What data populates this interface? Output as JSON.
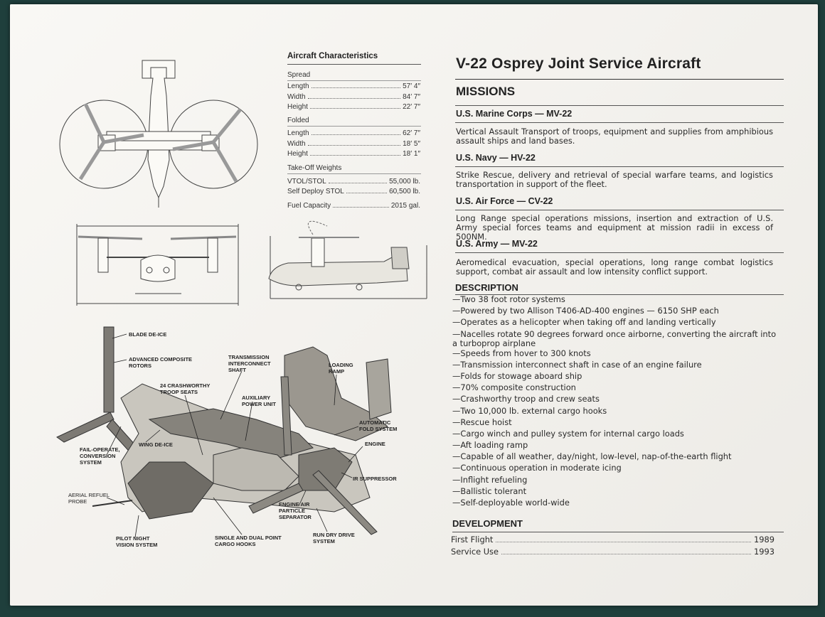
{
  "title": "V-22 Osprey Joint Service Aircraft",
  "missions": {
    "heading": "MISSIONS",
    "items": [
      {
        "service": "U.S. Marine Corps — MV-22",
        "text": "Vertical Assault Transport of troops, equipment and supplies from amphibious assault ships and land bases."
      },
      {
        "service": "U.S. Navy — HV-22",
        "text": "Strike Rescue, delivery and retrieval of special warfare teams, and logistics transportation in support of the fleet."
      },
      {
        "service": "U.S. Air Force — CV-22",
        "text": "Long Range special operations missions, insertion and extraction of U.S. Army special forces teams and equipment at mission radii in excess of 500NM."
      },
      {
        "service": "U.S. Army — MV-22",
        "text": "Aeromedical evacuation, special operations, long range combat logistics support, combat air assault and low intensity conflict support."
      }
    ]
  },
  "description": {
    "heading": "DESCRIPTION",
    "items": [
      "—Two 38 foot rotor systems",
      "—Powered by two Allison T406-AD-400 engines — 6150 SHP each",
      "—Operates as a helicopter when taking off and landing vertically",
      "—Nacelles rotate 90 degrees forward once airborne, converting the aircraft into a turboprop airplane",
      "—Speeds from hover to 300 knots",
      "—Transmission interconnect shaft in case of an engine failure",
      "—Folds for stowage aboard ship",
      "—70% composite construction",
      "—Crashworthy troop and crew seats",
      "—Two 10,000 lb. external cargo hooks",
      "—Rescue hoist",
      "—Cargo winch and pulley system for internal cargo loads",
      "—Aft loading ramp",
      "—Capable of all weather, day/night, low-level, nap-of-the-earth flight",
      "—Continuous operation in moderate icing",
      "—Inflight refueling",
      "—Ballistic tolerant",
      "—Self-deployable world-wide"
    ]
  },
  "development": {
    "heading": "DEVELOPMENT",
    "first_flight_label": "First Flight",
    "first_flight_year": "1989",
    "service_use_label": "Service Use",
    "service_use_year": "1993"
  },
  "characteristics": {
    "heading": "Aircraft Characteristics",
    "spread_label": "Spread",
    "spread": [
      {
        "label": "Length",
        "value": "57′ 4″"
      },
      {
        "label": "Width",
        "value": "84′ 7″"
      },
      {
        "label": "Height",
        "value": "22′ 7″"
      }
    ],
    "folded_label": "Folded",
    "folded": [
      {
        "label": "Length",
        "value": "62′ 7″"
      },
      {
        "label": "Width",
        "value": "18′ 5″"
      },
      {
        "label": "Height",
        "value": "18′ 1″"
      }
    ],
    "weights_label": "Take-Off Weights",
    "weights": [
      {
        "label": "VTOL/STOL",
        "value": "55,000 lb."
      },
      {
        "label": "Self Deploy STOL",
        "value": "60,500 lb."
      }
    ],
    "fuel_label": "Fuel Capacity",
    "fuel_value": "2015 gal."
  },
  "cutaway_labels": {
    "blade_de_ice": "BLADE DE-ICE",
    "composite_rotors": "ADVANCED COMPOSITE\nROTORS",
    "transmission": "TRANSMISSION\nINTERCONNECT\nSHAFT",
    "loading_ramp": "LOADING\nRAMP",
    "troop_seats": "24 CRASHWORTHY\nTROOP SEATS",
    "aux_power": "AUXILIARY\nPOWER UNIT",
    "auto_fold": "AUTOMATIC\nFOLD SYSTEM",
    "wing_de_ice": "WING DE-ICE",
    "engine": "ENGINE",
    "fail_operate": "FAIL-OPERATE,\nCONVERSION\nSYSTEM",
    "ir_suppressor": "IR SUPPRESSOR",
    "aerial_refuel": "AERIAL REFUEL\nPROBE",
    "engine_air": "ENGINE AIR\nPARTICLE\nSEPARATOR",
    "pilot_night": "PILOT NIGHT\nVISION SYSTEM",
    "cargo_hooks": "SINGLE AND DUAL POINT\nCARGO HOOKS",
    "run_dry": "RUN DRY DRIVE\nSYSTEM"
  }
}
